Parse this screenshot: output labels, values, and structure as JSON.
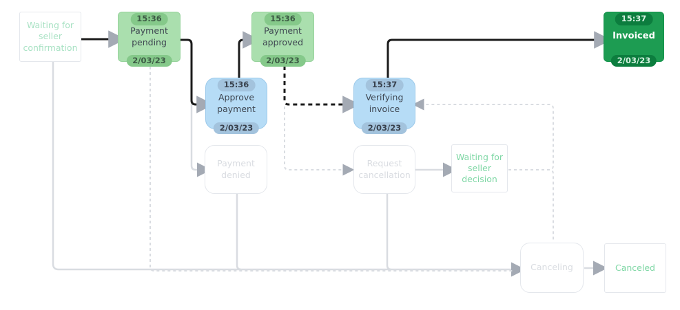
{
  "diagram": {
    "title_hint": "order-status-workflow",
    "nodes": {
      "waiting_seller_confirmation": {
        "label": "Waiting for seller confirmation",
        "state": "visited"
      },
      "payment_pending": {
        "label": "Payment pending",
        "time": "15:36",
        "date": "2/03/23",
        "state": "completed"
      },
      "payment_approved": {
        "label": "Payment approved",
        "time": "15:36",
        "date": "2/03/23",
        "state": "completed"
      },
      "invoiced": {
        "label": "Invoiced",
        "time": "15:37",
        "date": "2/03/23",
        "state": "current"
      },
      "approve_payment": {
        "label": "Approve payment",
        "time": "15:36",
        "date": "2/03/23",
        "state": "action-done"
      },
      "verifying_invoice": {
        "label": "Verifying invoice",
        "time": "15:37",
        "date": "2/03/23",
        "state": "action-done"
      },
      "payment_denied": {
        "label": "Payment denied",
        "state": "inactive"
      },
      "request_cancellation": {
        "label": "Request cancellation",
        "state": "inactive"
      },
      "waiting_seller_decision": {
        "label": "Waiting for seller decision",
        "state": "available"
      },
      "canceling": {
        "label": "Canceling",
        "state": "inactive"
      },
      "canceled": {
        "label": "Canceled",
        "state": "available"
      }
    },
    "edges": [
      {
        "from": "waiting_seller_confirmation",
        "to": "payment_pending",
        "style": "solid-black"
      },
      {
        "from": "payment_pending",
        "to": "approve_payment",
        "style": "solid-black"
      },
      {
        "from": "approve_payment",
        "to": "payment_approved",
        "style": "solid-black"
      },
      {
        "from": "verifying_invoice",
        "to": "invoiced",
        "style": "solid-black"
      },
      {
        "from": "payment_approved",
        "to": "verifying_invoice",
        "style": "dashed-black"
      },
      {
        "from": "payment_pending",
        "to": "payment_denied",
        "style": "solid-gray"
      },
      {
        "from": "payment_approved",
        "to": "request_cancellation",
        "style": "dashed-gray"
      },
      {
        "from": "request_cancellation",
        "to": "waiting_seller_decision",
        "style": "solid-gray"
      },
      {
        "from": "waiting_seller_decision",
        "to": "verifying_invoice",
        "style": "dashed-gray"
      },
      {
        "from": "waiting_seller_decision",
        "to": "canceling",
        "style": "dashed-gray"
      },
      {
        "from": "waiting_seller_confirmation",
        "to": "canceling",
        "style": "solid-gray"
      },
      {
        "from": "payment_pending",
        "to": "canceling",
        "style": "dashed-gray"
      },
      {
        "from": "payment_denied",
        "to": "canceling",
        "style": "solid-gray"
      },
      {
        "from": "request_cancellation",
        "to": "canceling",
        "style": "solid-gray"
      },
      {
        "from": "canceling",
        "to": "canceled",
        "style": "solid-gray"
      }
    ],
    "colors": {
      "completed_fill": "#aadfae",
      "current_fill": "#1d9c52",
      "action_fill": "#b6dcf6",
      "inactive_stroke": "#d9dce1",
      "active_path": "#1b1b1b",
      "arrowhead": "#a4aab4",
      "mint_text": "#a9e2c4",
      "green_text": "#7fd7a5"
    }
  }
}
